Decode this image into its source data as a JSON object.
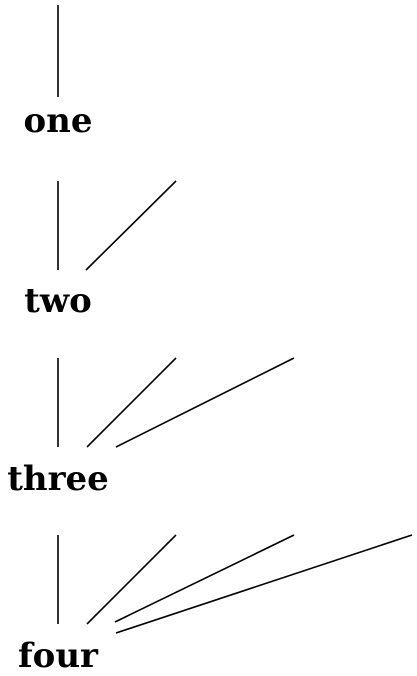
{
  "diagram": {
    "nodes": [
      {
        "id": "one",
        "label": "one",
        "incoming": 1
      },
      {
        "id": "two",
        "label": "two",
        "incoming": 2
      },
      {
        "id": "three",
        "label": "three",
        "incoming": 3
      },
      {
        "id": "four",
        "label": "four",
        "incoming": 4
      }
    ],
    "colors": {
      "line": "#000000",
      "text": "#000000",
      "background": "#ffffff"
    }
  }
}
